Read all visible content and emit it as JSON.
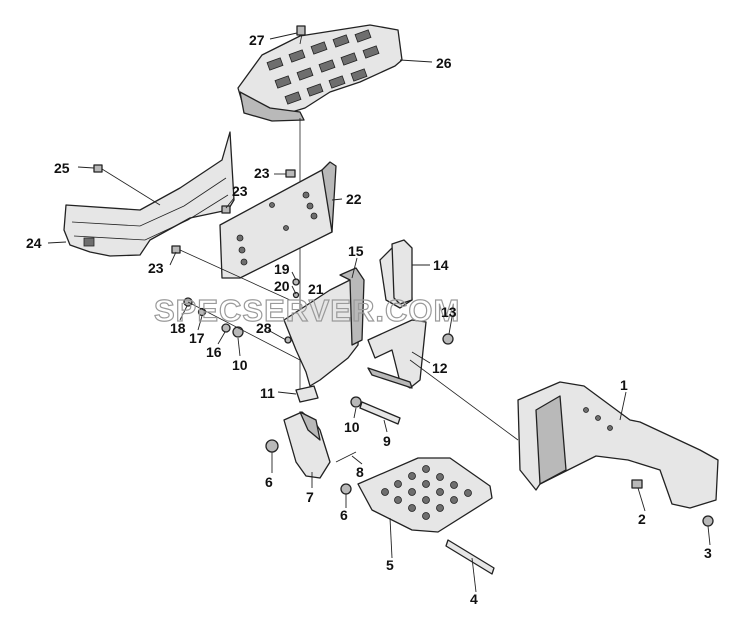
{
  "watermark": "SPECSERVER.COM",
  "callouts": [
    "1",
    "2",
    "3",
    "4",
    "5",
    "6",
    "6",
    "7",
    "8",
    "9",
    "10",
    "10",
    "11",
    "12",
    "13",
    "14",
    "15",
    "16",
    "17",
    "18",
    "19",
    "20",
    "21",
    "22",
    "23",
    "23",
    "23",
    "24",
    "25",
    "26",
    "27",
    "28"
  ]
}
